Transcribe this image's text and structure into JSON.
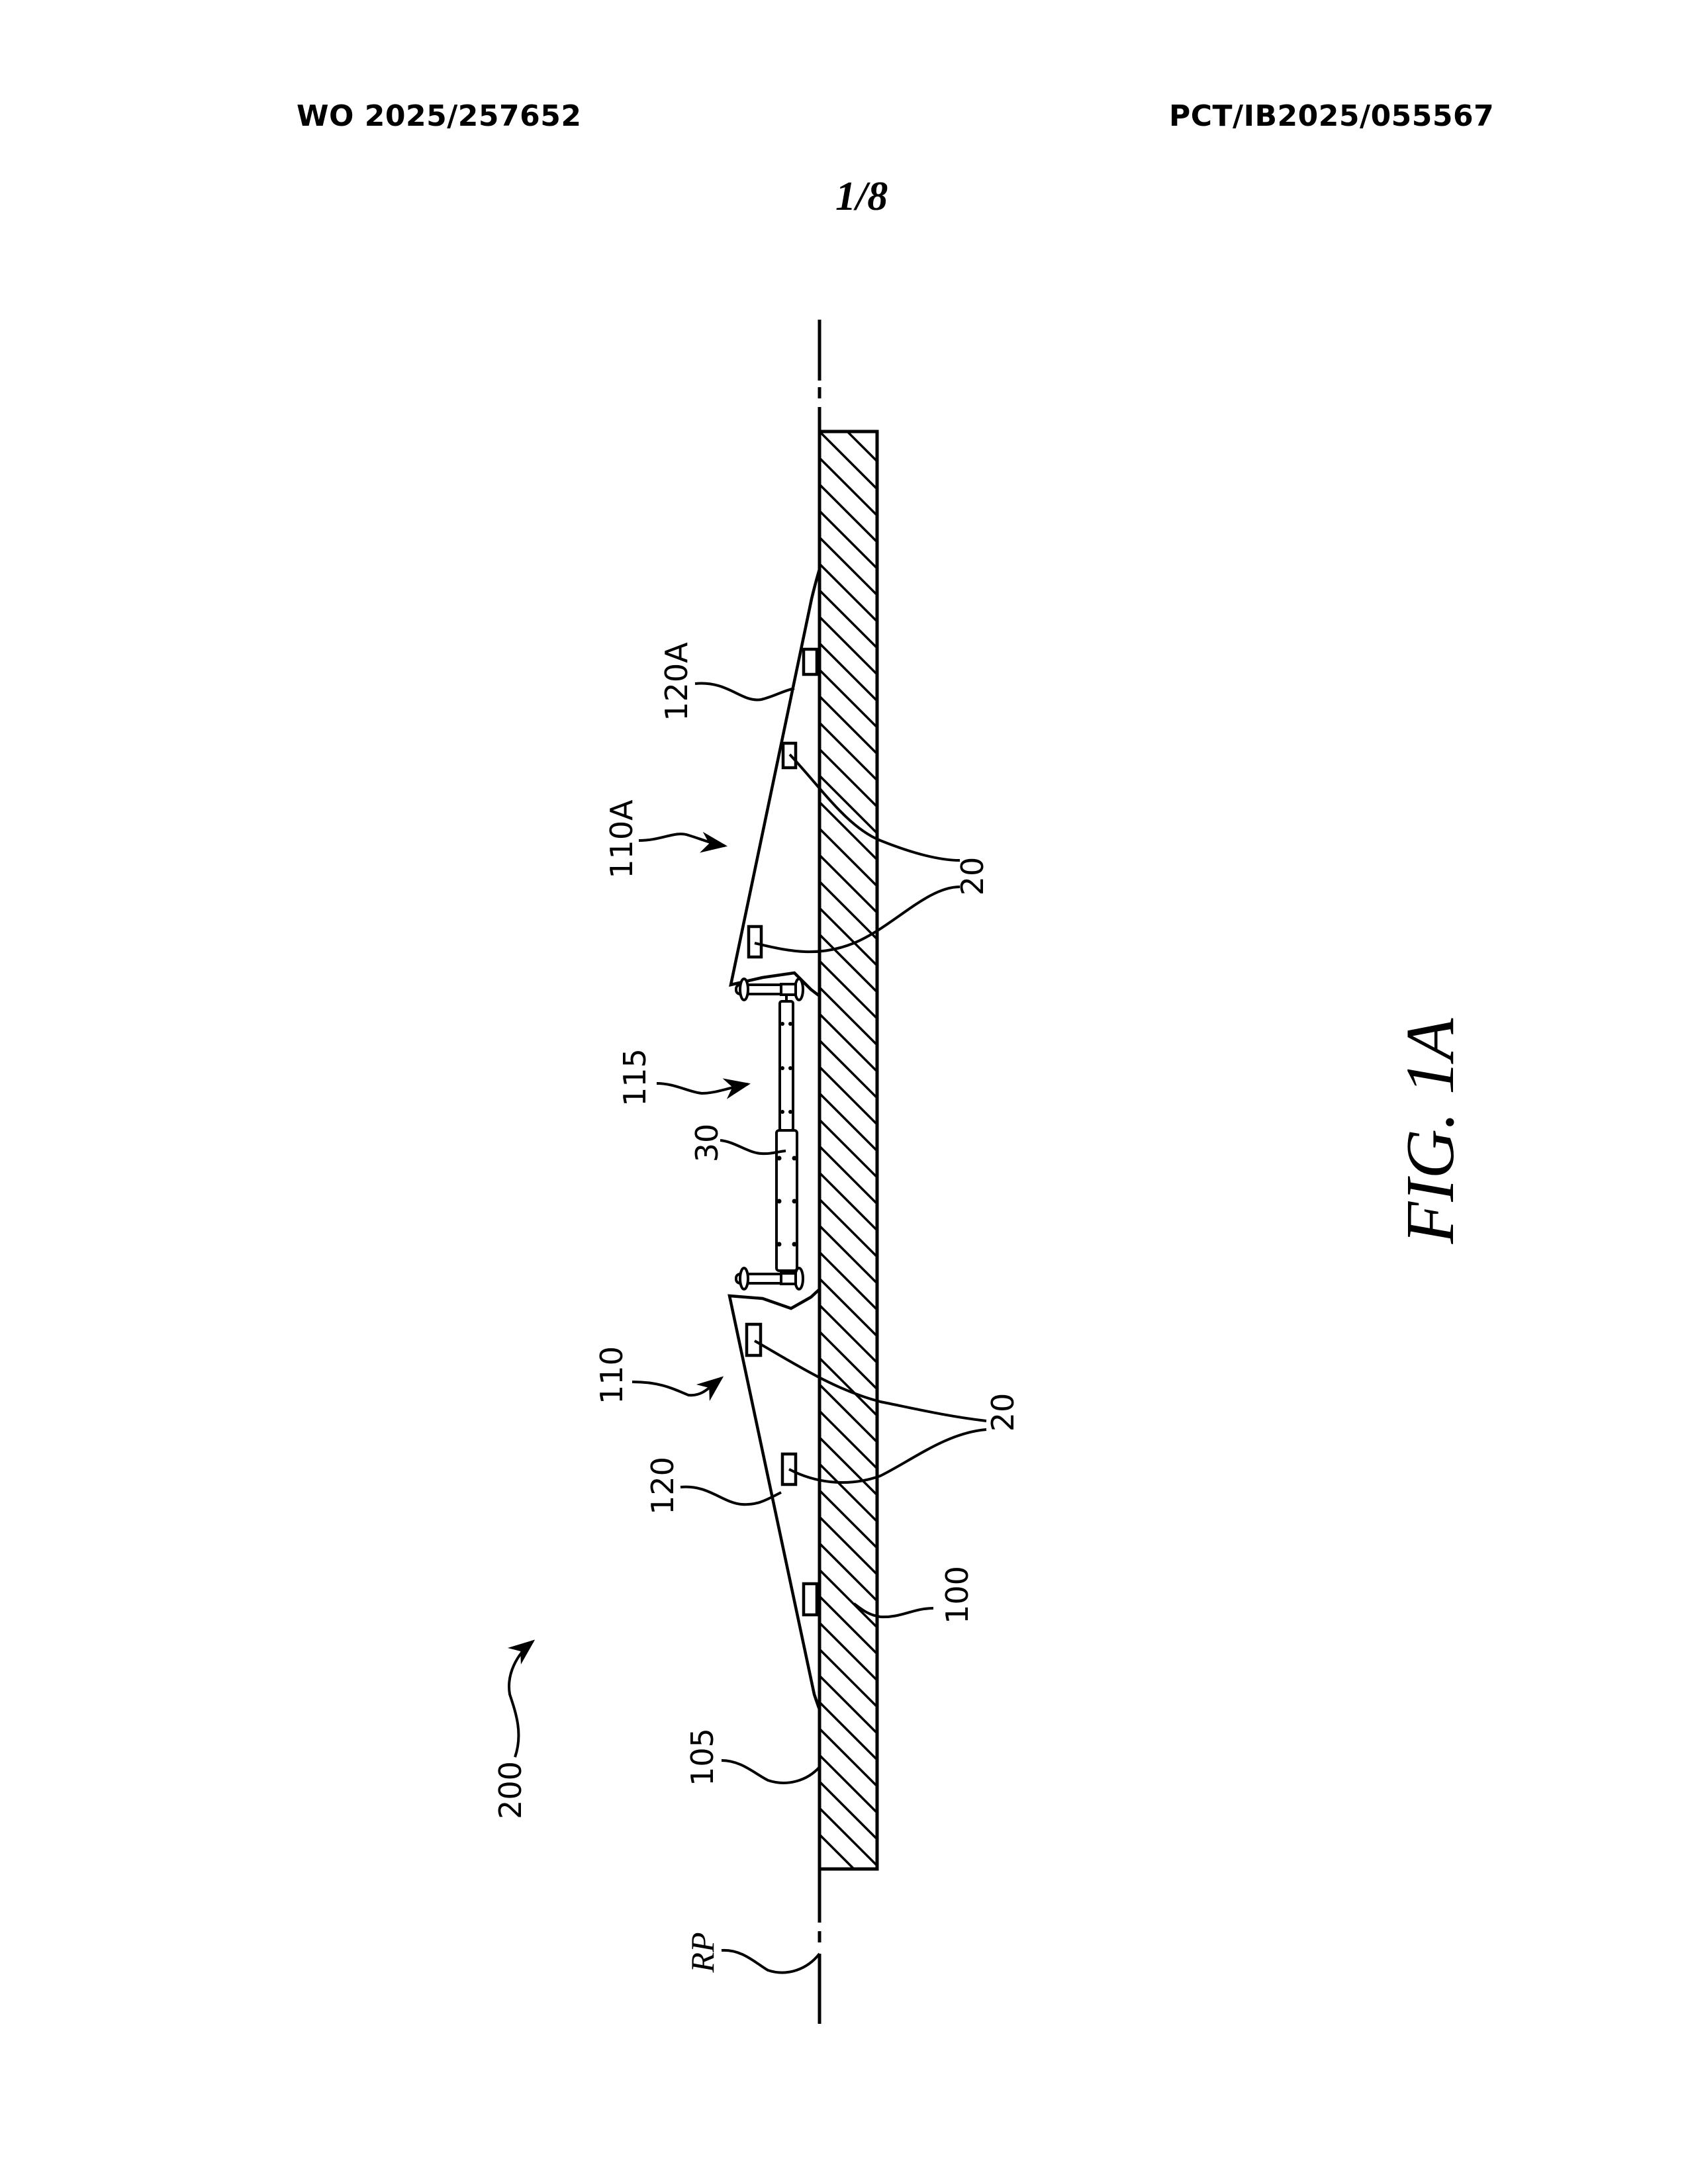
{
  "header": {
    "publication_number": "WO 2025/257652",
    "application_number": "PCT/IB2025/055567",
    "sheet": "1/8"
  },
  "figure": {
    "caption": "FIG. 1A",
    "reference_labels": {
      "plate": "100",
      "surface": "105",
      "lower_assembly": "110",
      "upper_assembly": "110A",
      "actuator_assembly": "115",
      "lower_wedge": "120",
      "upper_wedge": "120A",
      "sensor_upper": "20",
      "sensor_lower": "20",
      "actuator": "30",
      "system": "200",
      "reference_plane": "RP"
    }
  },
  "colors": {
    "ink": "#000000",
    "paper": "#ffffff"
  }
}
